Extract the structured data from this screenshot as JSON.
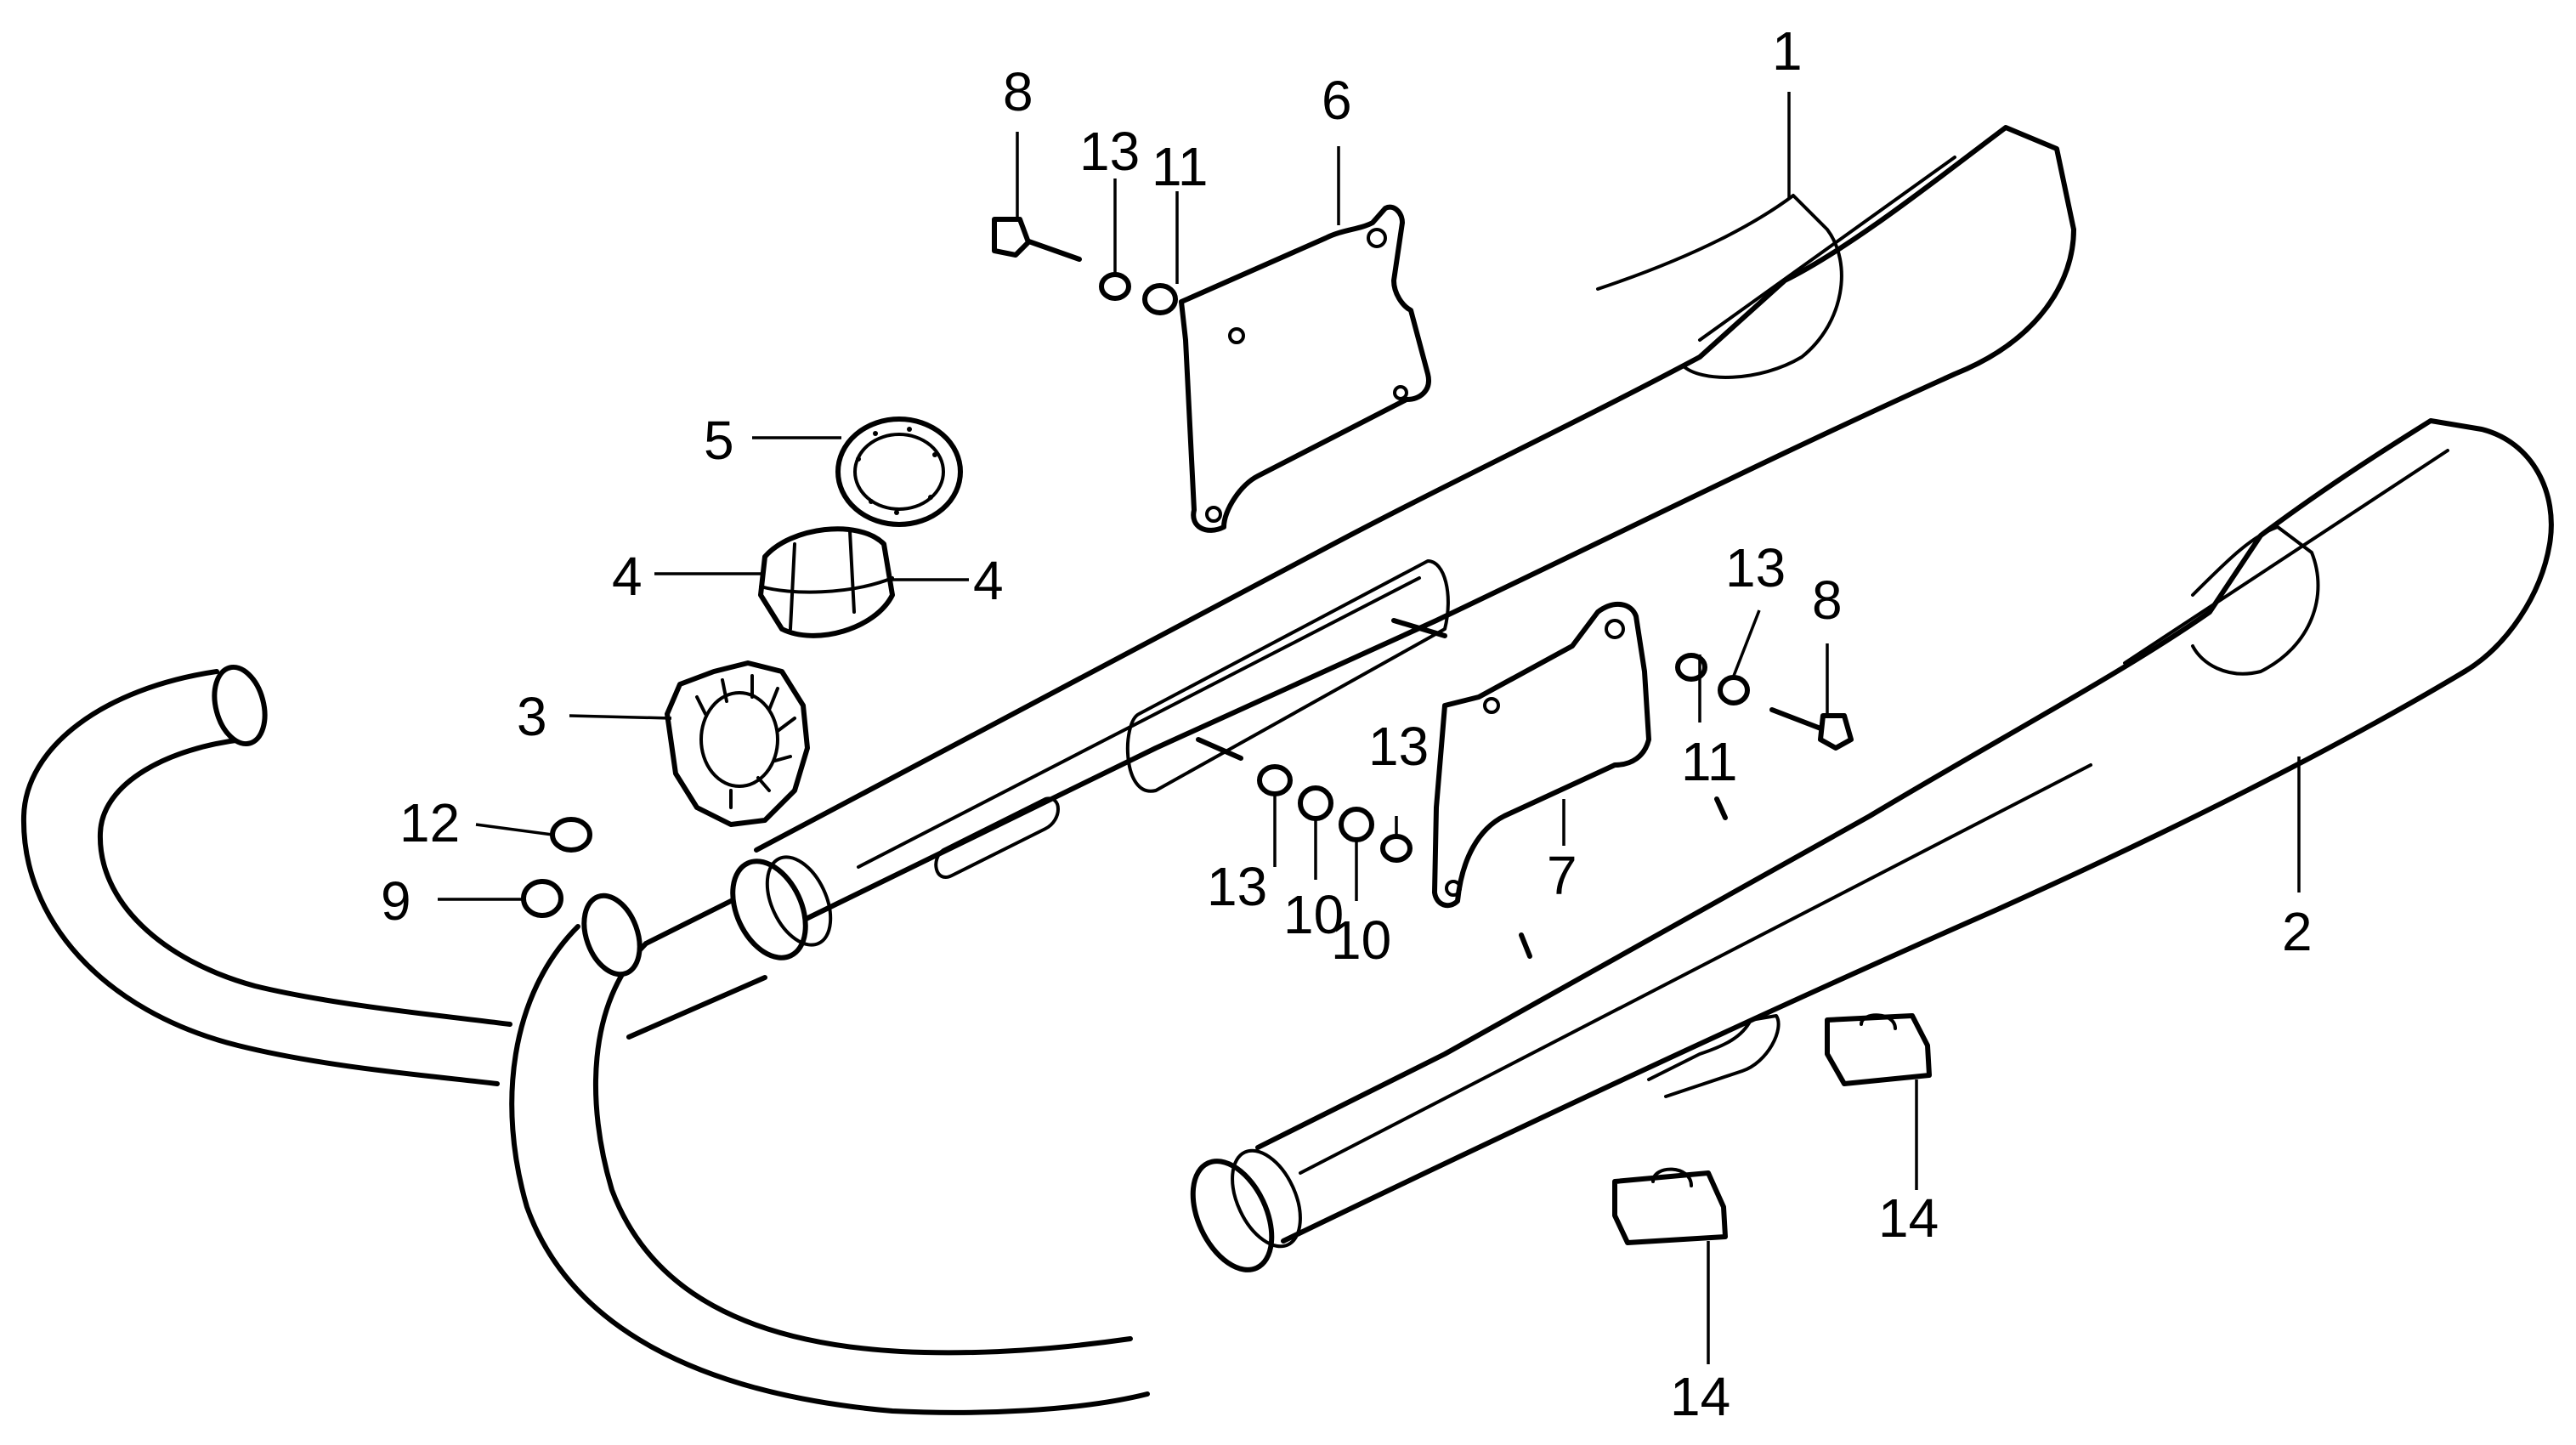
{
  "callouts": [
    {
      "id": "c1",
      "label": "1"
    },
    {
      "id": "c2",
      "label": "2"
    },
    {
      "id": "c3",
      "label": "3"
    },
    {
      "id": "c4a",
      "label": "4"
    },
    {
      "id": "c4b",
      "label": "4"
    },
    {
      "id": "c5",
      "label": "5"
    },
    {
      "id": "c6",
      "label": "6"
    },
    {
      "id": "c7",
      "label": "7"
    },
    {
      "id": "c8a",
      "label": "8"
    },
    {
      "id": "c8b",
      "label": "8"
    },
    {
      "id": "c9",
      "label": "9"
    },
    {
      "id": "c10a",
      "label": "10"
    },
    {
      "id": "c10b",
      "label": "10"
    },
    {
      "id": "c11a",
      "label": "11"
    },
    {
      "id": "c11b",
      "label": "11"
    },
    {
      "id": "c12",
      "label": "12"
    },
    {
      "id": "c13a",
      "label": "13"
    },
    {
      "id": "c13b",
      "label": "13"
    },
    {
      "id": "c13c",
      "label": "13"
    },
    {
      "id": "c13d",
      "label": "13"
    },
    {
      "id": "c14a",
      "label": "14"
    },
    {
      "id": "c14b",
      "label": "14"
    }
  ]
}
